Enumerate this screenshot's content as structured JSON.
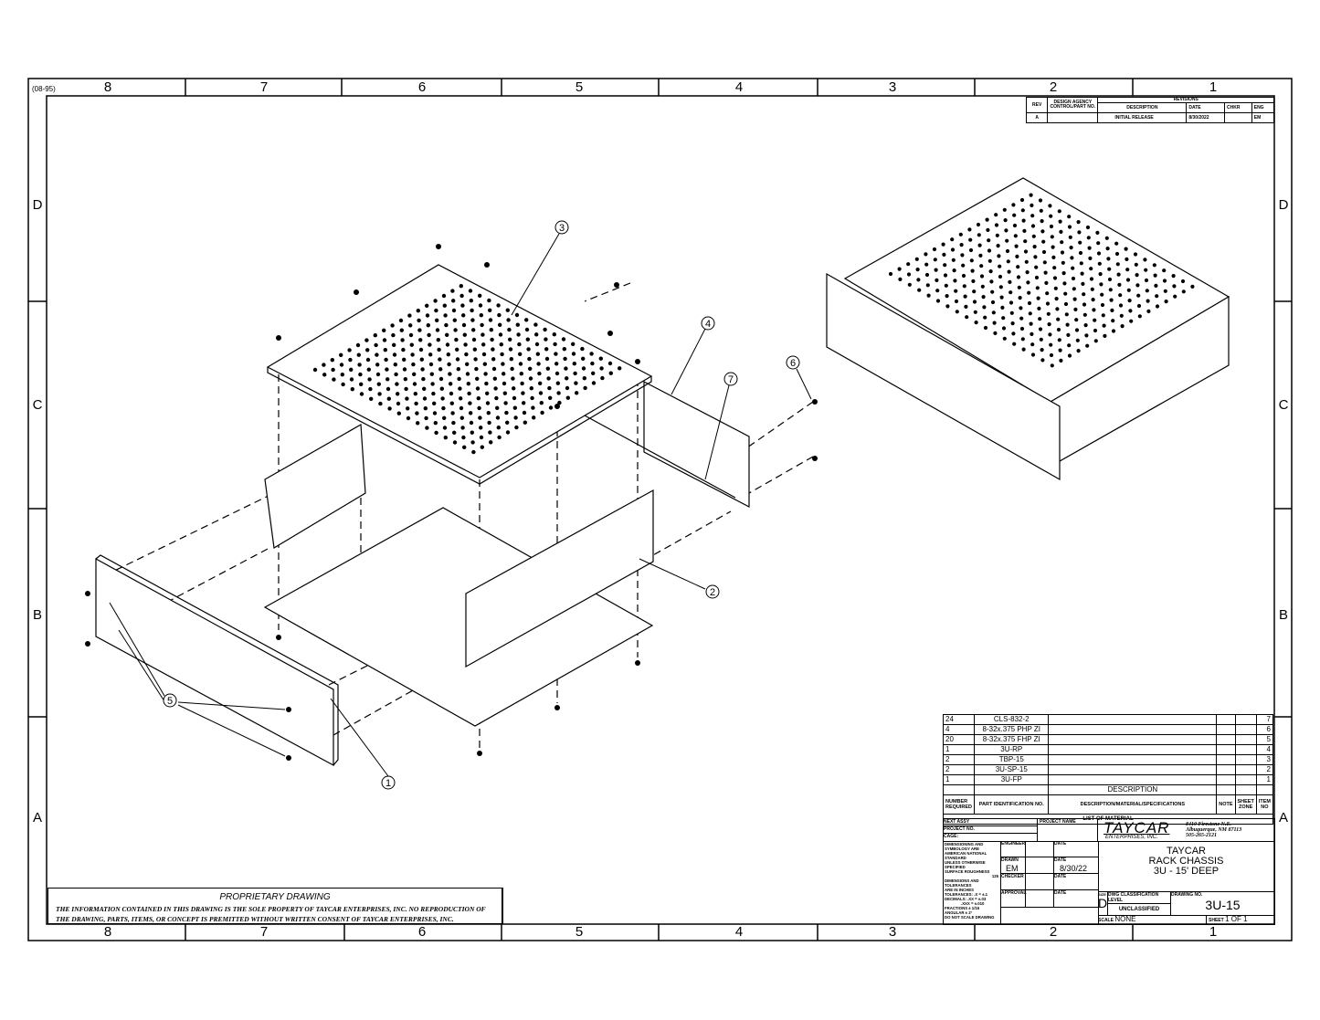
{
  "sheet_code": "(08-95)",
  "zones_columns": [
    "8",
    "7",
    "6",
    "5",
    "4",
    "3",
    "2",
    "1"
  ],
  "zones_rows": [
    "D",
    "C",
    "B",
    "A"
  ],
  "revisions": {
    "header": {
      "rev": "REV",
      "agency": "DESIGN AGENCY CONTROL/PART NO.",
      "revisions": "REVISIONS",
      "description": "DESCRIPTION",
      "date": "DATE",
      "chkr": "CHKR",
      "eng": "ENG"
    },
    "rows": [
      {
        "rev": "A",
        "agency": "",
        "description": "INITIAL RELEASE",
        "date": "8/30/2022",
        "chkr": "",
        "eng": "EM"
      }
    ]
  },
  "callouts": [
    "1",
    "2",
    "3",
    "4",
    "5",
    "6",
    "7"
  ],
  "bom": {
    "rows": [
      {
        "qty": "24",
        "part": "CLS-832-2",
        "desc": "",
        "note": "",
        "zone": "",
        "item": "7"
      },
      {
        "qty": "4",
        "part": "8-32x.375 PHP ZI",
        "desc": "",
        "note": "",
        "zone": "",
        "item": "6"
      },
      {
        "qty": "20",
        "part": "8-32x.375 FHP ZI",
        "desc": "",
        "note": "",
        "zone": "",
        "item": "5"
      },
      {
        "qty": "1",
        "part": "3U-RP",
        "desc": "",
        "note": "",
        "zone": "",
        "item": "4"
      },
      {
        "qty": "2",
        "part": "TBP-15",
        "desc": "",
        "note": "",
        "zone": "",
        "item": "3"
      },
      {
        "qty": "2",
        "part": "3U-SP-15",
        "desc": "",
        "note": "",
        "zone": "",
        "item": "2"
      },
      {
        "qty": "1",
        "part": "3U-FP",
        "desc": "",
        "note": "",
        "zone": "",
        "item": "1"
      }
    ],
    "description_label": "DESCRIPTION",
    "headers": {
      "qty": "NUMBER REQUIRED",
      "part": "PART IDENTIFICATION NO.",
      "desc": "DESCRIPTION/MATERIAL/SPECIFICATIONS",
      "note": "NOTE",
      "zone": "SHEET ZONE",
      "item": "ITEM NO"
    },
    "title": "LIST OF MATERIAL"
  },
  "title_block": {
    "next_assy": "NEXT ASSY",
    "project_no": "PROJECT NO.",
    "cage": "CAGE:",
    "project_name": "PROJECT NAME",
    "company": "TAYCAR",
    "company_sub": "ENTERPRISES, INC.",
    "address": [
      "8410 Firestone N.E.",
      "Albuquerque, NM 87113",
      "505-265-2121"
    ],
    "standards": [
      "DIMENSIONING AND SYMBOLOGY ARE",
      "AMERICAN NATIONAL STANDARD",
      "UNLESS OTHERWISE SPECIFIED",
      "SURFACE ROUGHNESS",
      "DIMENSIONS AND TOLERANCES",
      "ARE IN INCHES",
      "TOLERANCES: .X = ±.1",
      "DECIMALS: .XX = ±.03",
      ".XXX = ±.010",
      "FRACTIONS ± 1/16",
      "ANGULAR ± 2°",
      "DO NOT SCALE DRAWING"
    ],
    "roughness": "125",
    "engineer": "ENGINEER",
    "drawn": "DRAWN",
    "drawn_by": "EM",
    "checker": "CHECKER",
    "approval": "APPROVAL",
    "date": "DATE",
    "drawn_date": "8/30/22",
    "title_lines": [
      "TAYCAR",
      "RACK CHASSIS",
      "3U - 15' DEEP"
    ],
    "size_label": "SIZE",
    "size": "D",
    "classification_label": "DWG CLASSIFICATION LEVEL",
    "classification": "UNCLASSIFIED",
    "drawing_no_label": "DRAWING NO.",
    "drawing_no": "3U-15",
    "scale_label": "SCALE",
    "scale": "NONE",
    "sheet_label": "SHEET",
    "sheet": "1 OF 1"
  },
  "proprietary": {
    "title": "PROPRIETARY DRAWING",
    "body": "THE INFORMATION CONTAINED IN THIS DRAWING IS THE SOLE PROPERTY OF TAYCAR  ENTERPRISES, INC.  NO REPRODUCTION OF THE DRAWING, PARTS, ITEMS, OR CONCEPT IS PREMITTED WITHOUT WRITTEN CONSENT OF TAYCAR ENTERPRISES, INC."
  }
}
